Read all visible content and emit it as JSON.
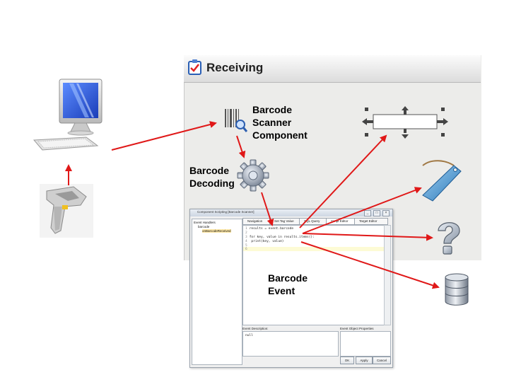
{
  "receiving": {
    "title": "Receiving"
  },
  "labels": {
    "scanner_component": [
      "Barcode",
      "Scanner",
      "Component"
    ],
    "decoding": [
      "Barcode",
      "Decoding"
    ],
    "event": [
      "Barcode",
      "Event"
    ]
  },
  "script_window": {
    "title": "Component Scripting [Barcode Scanner]",
    "controls": [
      "_",
      "□",
      "×"
    ],
    "tree": [
      "Event Handlers",
      "barcode",
      "onBarcodeReceived"
    ],
    "tabs": [
      "Navigation",
      "Set Tag Value",
      "SQL Query",
      "Script Editor",
      "Target Editor"
    ],
    "code": [
      {
        "num": "1",
        "text": "results = event.barcode"
      },
      {
        "num": "2",
        "text": ""
      },
      {
        "num": "3",
        "text": "for key, value in results.items():"
      },
      {
        "num": "4",
        "text": "    print(key, value)"
      },
      {
        "num": "5",
        "text": ""
      },
      {
        "num": "6",
        "text": ""
      }
    ],
    "description_label": "Event Description:",
    "description_value": "null",
    "properties_label": "Event Object Properties",
    "buttons": {
      "ok": "OK",
      "apply": "Apply",
      "cancel": "Cancel"
    }
  },
  "colors": {
    "arrow": "#e01818",
    "panel": "#ececea",
    "monitor_screen": "#2a56d8"
  }
}
